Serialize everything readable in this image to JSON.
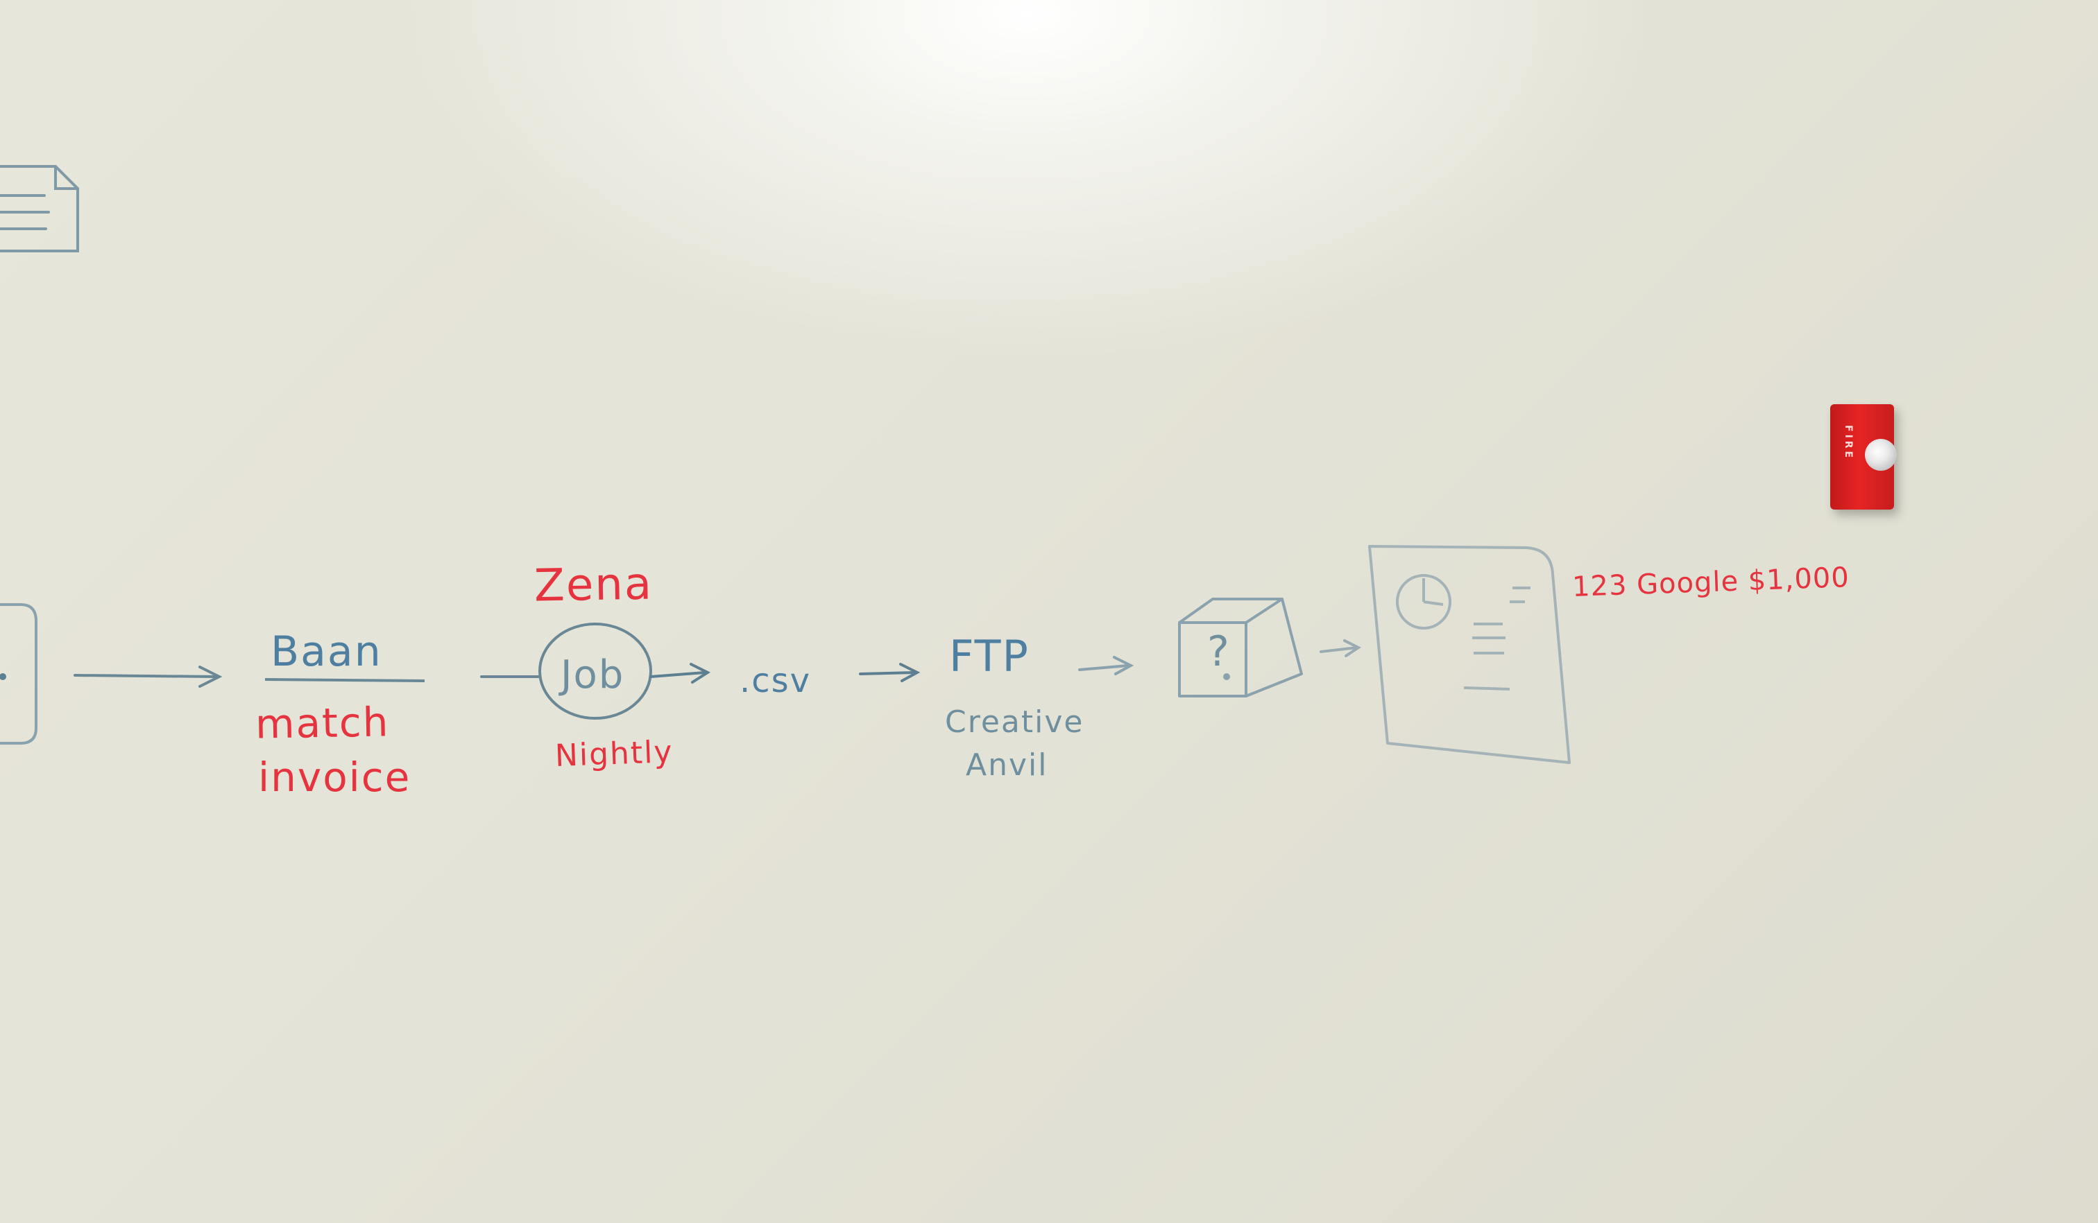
{
  "whiteboard": {
    "labels": {
      "zena": "Zena",
      "baan": "Baan",
      "match": "match",
      "invoice": "invoice",
      "job": "Job",
      "nightly": "Nightly",
      "csv": ".csv",
      "ftp": "FTP",
      "creative": "Creative",
      "anvil": "Anvil",
      "question": "?",
      "report_row": "123 Google $1,000"
    }
  },
  "fire_alarm": {
    "label": "FIRE"
  },
  "colors": {
    "red_marker": "#e5343f",
    "blue_marker": "#4e7fa0",
    "faint_marker": "#7f9aa6",
    "alarm_red": "#e02020"
  }
}
